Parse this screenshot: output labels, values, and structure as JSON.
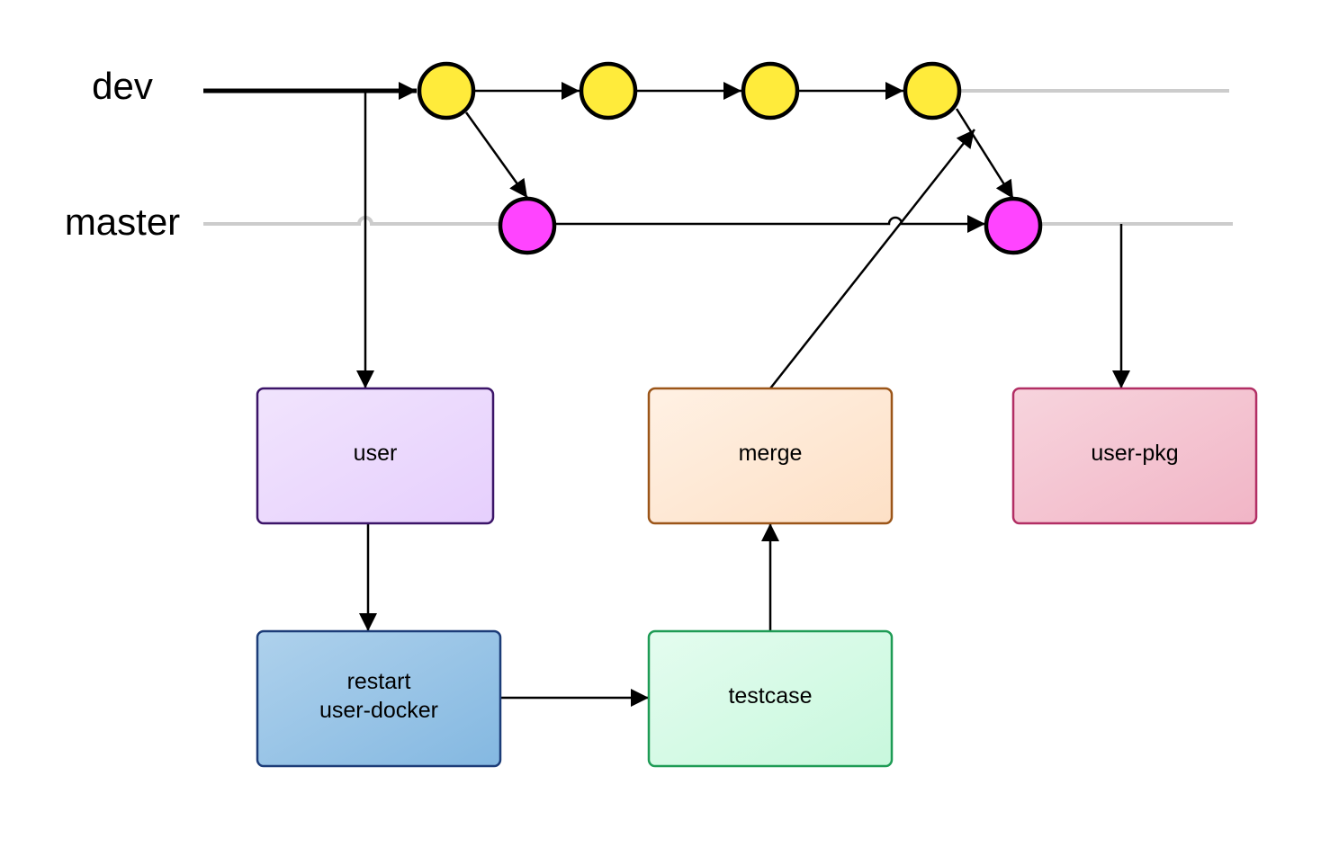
{
  "branches": {
    "dev": {
      "label": "dev",
      "commit_color": "#ffeb3b"
    },
    "master": {
      "label": "master",
      "commit_color": "#ff44ff"
    }
  },
  "steps": {
    "user": {
      "lines": [
        "user"
      ],
      "fill_from": "#f1e4fd",
      "fill_to": "#e6cffd",
      "stroke": "#3b1468"
    },
    "restart_user_docker": {
      "lines": [
        "restart",
        "user-docker"
      ],
      "fill_from": "#aed1ec",
      "fill_to": "#84b8e1",
      "stroke": "#1c3c78"
    },
    "testcase": {
      "lines": [
        "testcase"
      ],
      "fill_from": "#e4fcef",
      "fill_to": "#c8f8dd",
      "stroke": "#1e9b55"
    },
    "merge": {
      "lines": [
        "merge"
      ],
      "fill_from": "#fff1e4",
      "fill_to": "#fde0c6",
      "stroke": "#9b5518"
    },
    "user_pkg": {
      "lines": [
        "user-pkg"
      ],
      "fill_from": "#f7d4dd",
      "fill_to": "#f1b5c6",
      "stroke": "#b22e64"
    }
  }
}
